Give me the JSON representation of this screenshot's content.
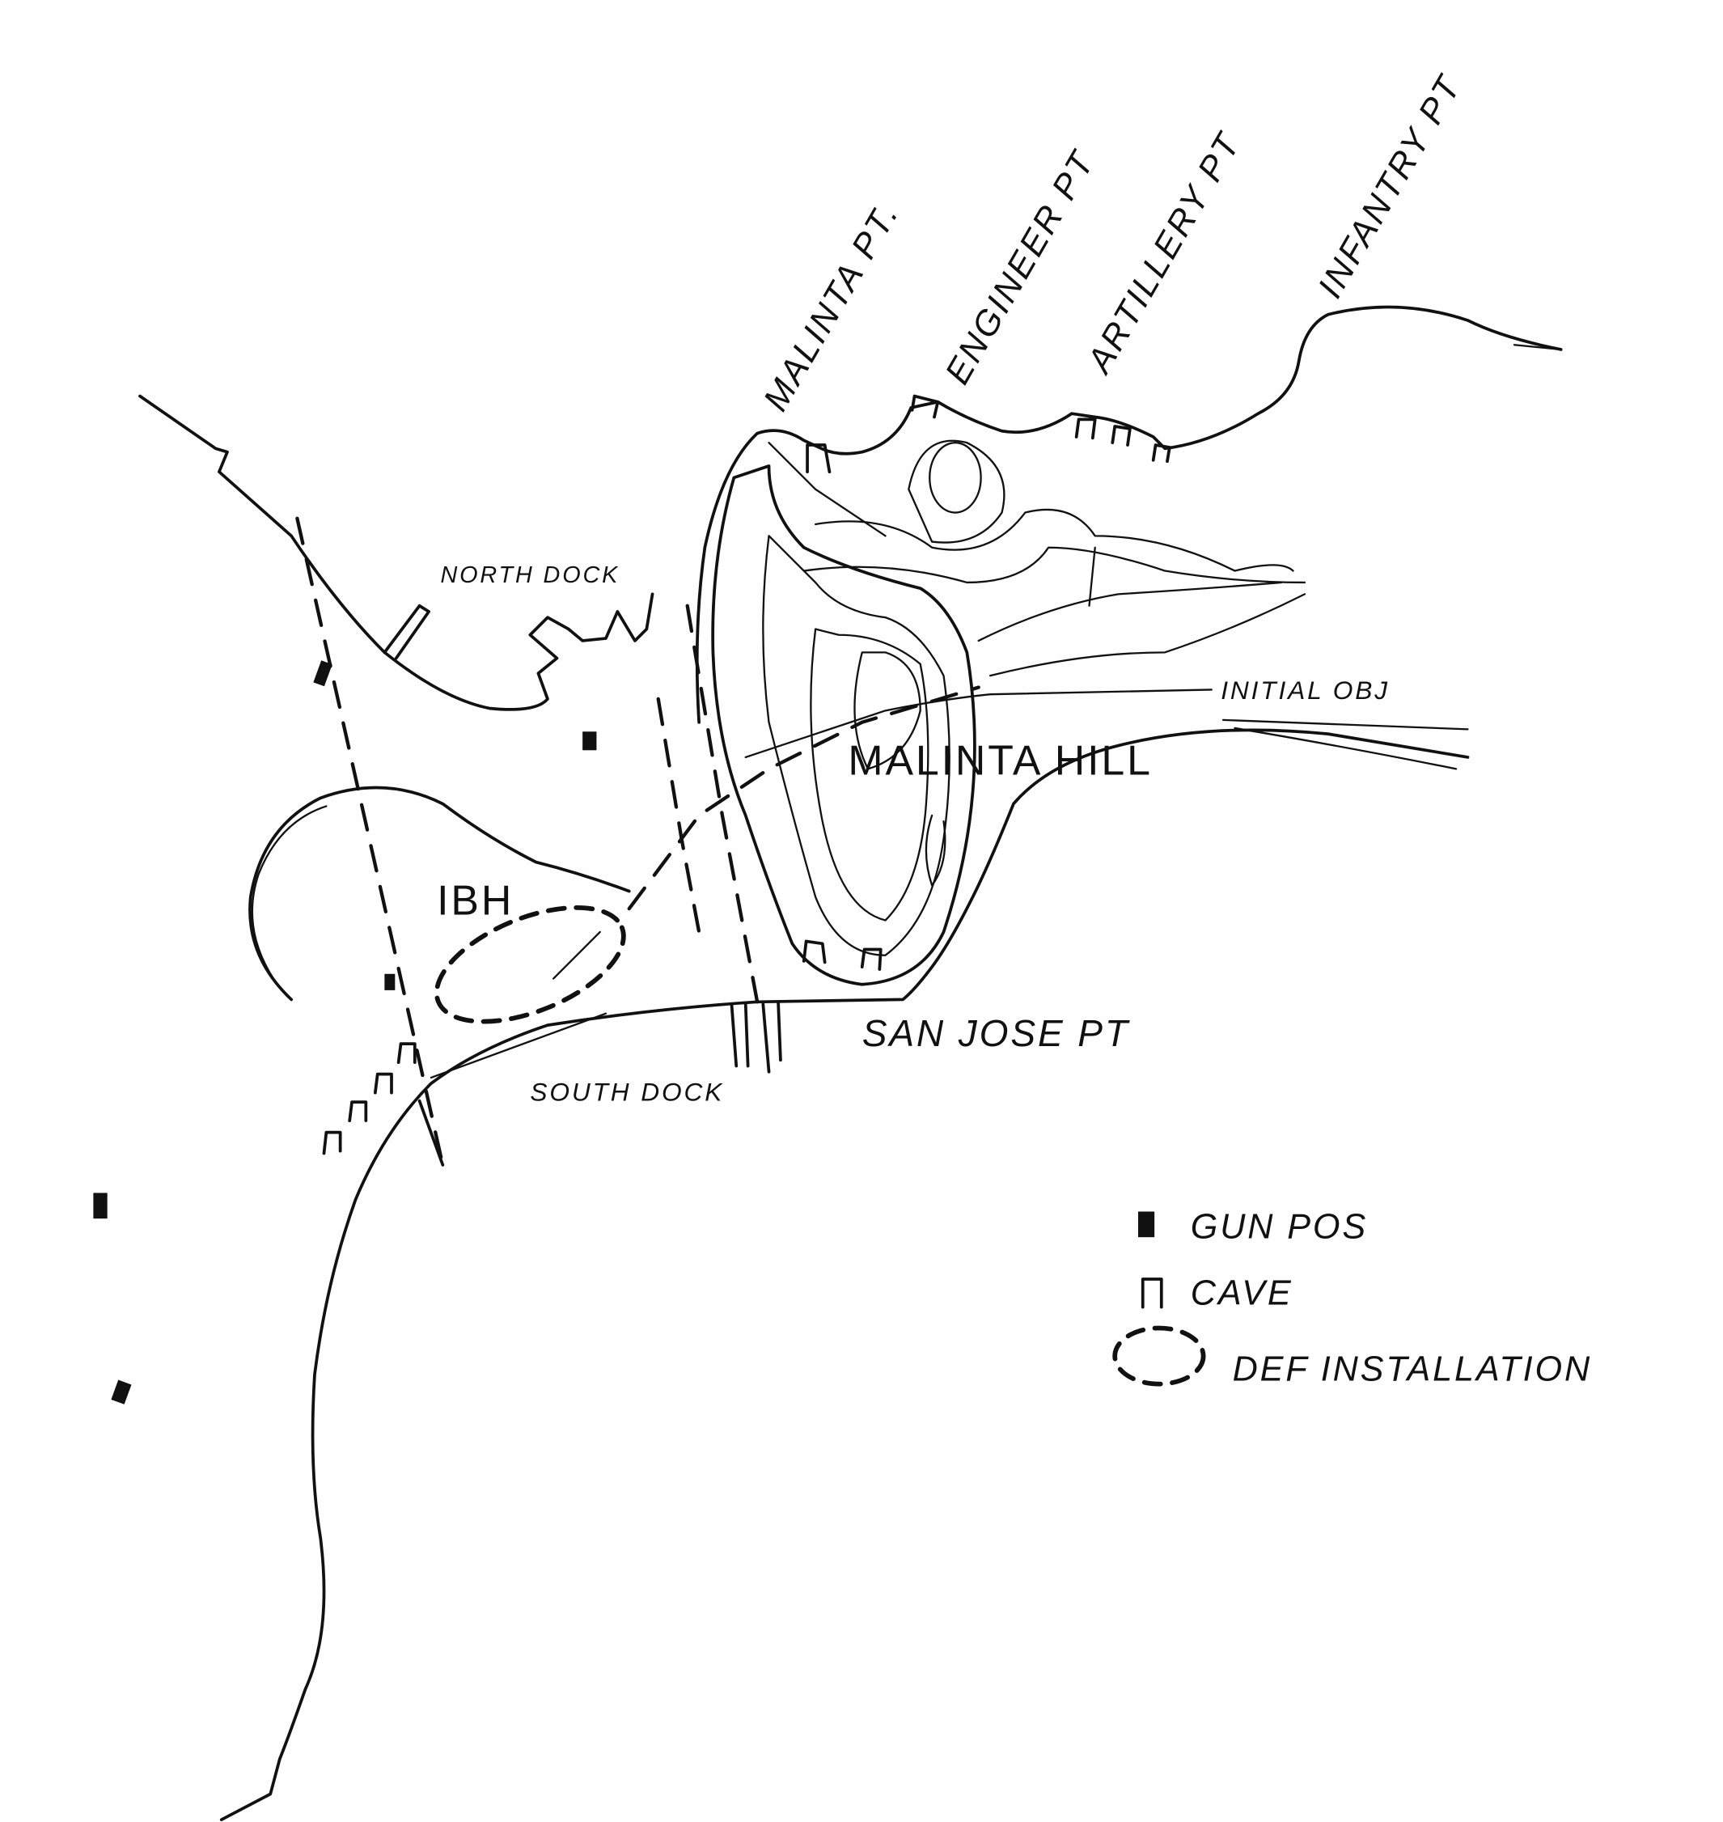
{
  "map": {
    "labels": {
      "malinta_pt": "MALINTA PT.",
      "engineer_pt": "ENGINEER PT",
      "artillery_pt": "ARTILLERY PT",
      "infantry_pt": "INFANTRY PT",
      "north_dock": "NORTH DOCK",
      "initial_obj": "INITIAL OBJ",
      "malinta_hill": "MALINTA HILL",
      "ibh": "IBH",
      "san_jose_pt": "SAN JOSE PT",
      "south_dock": "SOUTH DOCK"
    },
    "legend": [
      {
        "symbol": "gun-position-icon",
        "label": "GUN POS"
      },
      {
        "symbol": "cave-icon",
        "label": "CAVE"
      },
      {
        "symbol": "defensive-installation-icon",
        "label": "DEF INSTALLATION"
      }
    ],
    "ink_color": "#111111",
    "paper_color": "#fefefe"
  }
}
